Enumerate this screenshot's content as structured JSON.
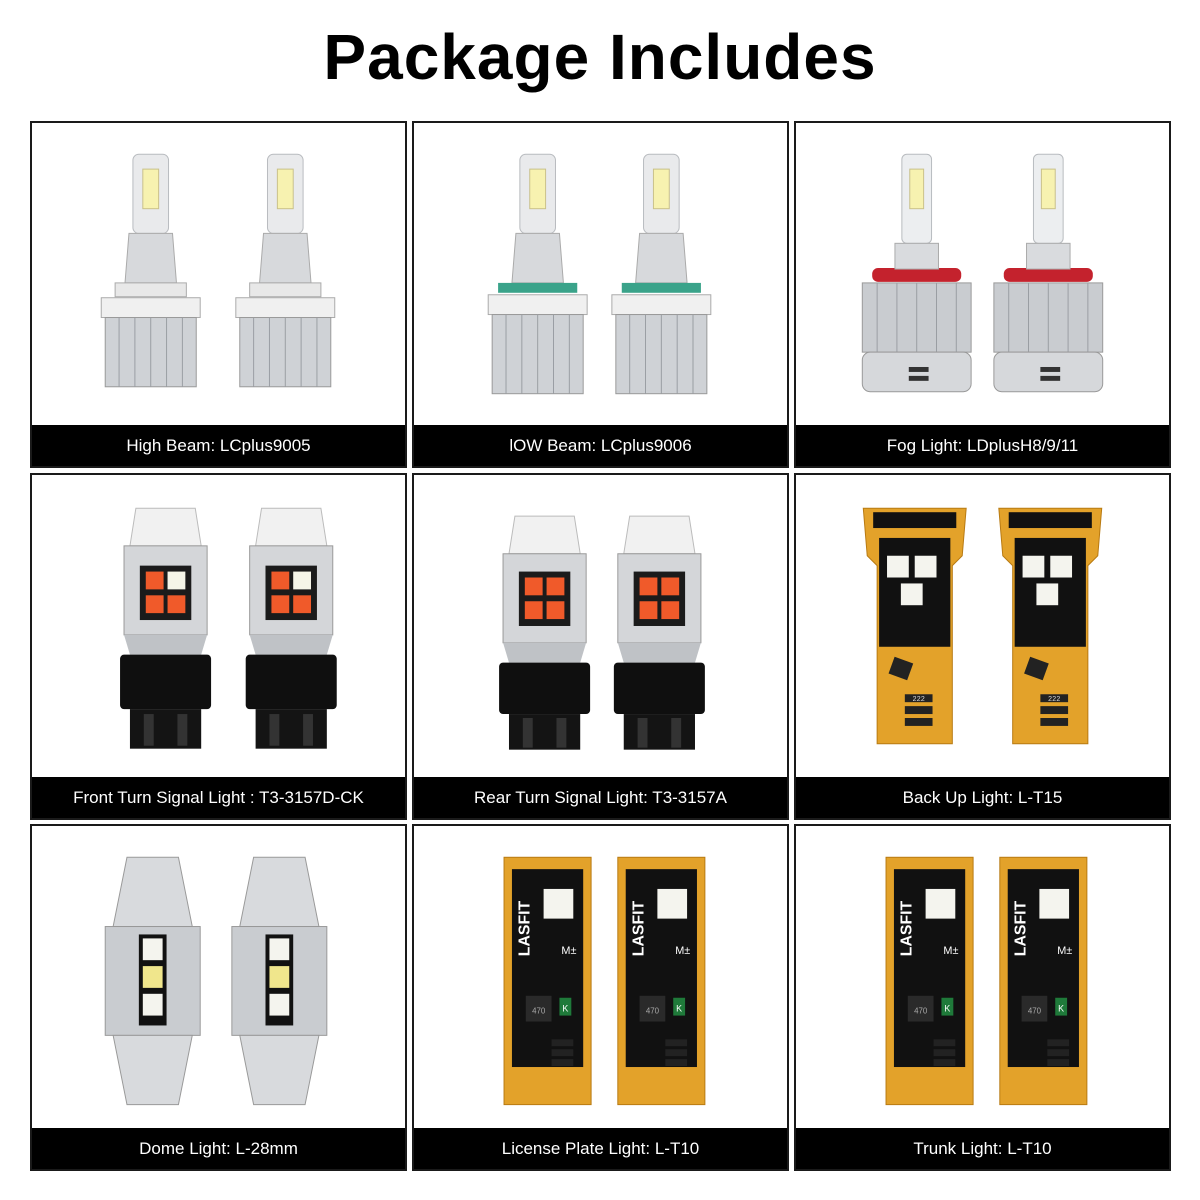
{
  "title": "Package Includes",
  "items": [
    {
      "label": "High Beam: LCplus9005",
      "icon": "headlight-bulb-9005-icon"
    },
    {
      "label": "lOW Beam: LCplus9006",
      "icon": "headlight-bulb-9006-icon"
    },
    {
      "label": "Fog Light: LDplusH8/9/11",
      "icon": "fog-light-bulb-h11-icon"
    },
    {
      "label": "Front Turn Signal Light : T3-3157D-CK",
      "icon": "turn-signal-bulb-3157-icon"
    },
    {
      "label": "Rear Turn Signal Light: T3-3157A",
      "icon": "turn-signal-bulb-3157-icon"
    },
    {
      "label": "Back Up Light: L-T15",
      "icon": "t15-led-board-icon"
    },
    {
      "label": "Dome Light: L-28mm",
      "icon": "festoon-bulb-28mm-icon"
    },
    {
      "label": "License Plate Light: L-T10",
      "icon": "t10-led-board-icon"
    },
    {
      "label": "Trunk Light: L-T10",
      "icon": "t10-led-board-icon"
    }
  ],
  "board_text": {
    "brand": "LASFIT",
    "ic": "470",
    "res": "222",
    "mark": "M±",
    "k": "K"
  }
}
